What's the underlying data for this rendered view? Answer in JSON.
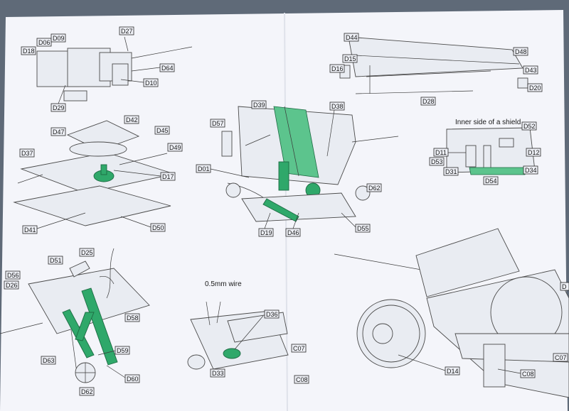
{
  "colors": {
    "paper": "#f4f5fa",
    "ink": "#2a2a2a",
    "highlight": "#2fa86a",
    "background": "#5f6a78"
  },
  "captions": {
    "shield_inner": "Inner side of a shield",
    "wire": "0.5mm wire"
  },
  "labels": {
    "D06": "D06",
    "D09": "D09",
    "D27": "D27",
    "D18": "D18",
    "D64": "D64",
    "D10": "D10",
    "D29": "D29",
    "D42": "D42",
    "D47": "D47",
    "D45": "D45",
    "D37": "D37",
    "D49": "D49",
    "D17": "D17",
    "D41": "D41",
    "D50": "D50",
    "D39": "D39",
    "D38": "D38",
    "D57": "D57",
    "D01": "D01",
    "D62a": "D62",
    "D19": "D19",
    "D46": "D46",
    "D55": "D55",
    "D44": "D44",
    "D48": "D48",
    "D15": "D15",
    "D16": "D16",
    "D43": "D43",
    "D20": "D20",
    "D28": "D28",
    "D52": "D52",
    "D11": "D11",
    "D12": "D12",
    "D53": "D53",
    "D31": "D31",
    "D34": "D34",
    "D54": "D54",
    "D25": "D25",
    "D51": "D51",
    "D56": "D56",
    "D26": "D26",
    "D58": "D58",
    "D59": "D59",
    "D63": "D63",
    "D60": "D60",
    "D62b": "D62",
    "D36": "D36",
    "C07a": "C07",
    "D33": "D33",
    "C08a": "C08",
    "D14": "D14",
    "C08b": "C08",
    "C07b": "C07",
    "Dcut": "D"
  }
}
